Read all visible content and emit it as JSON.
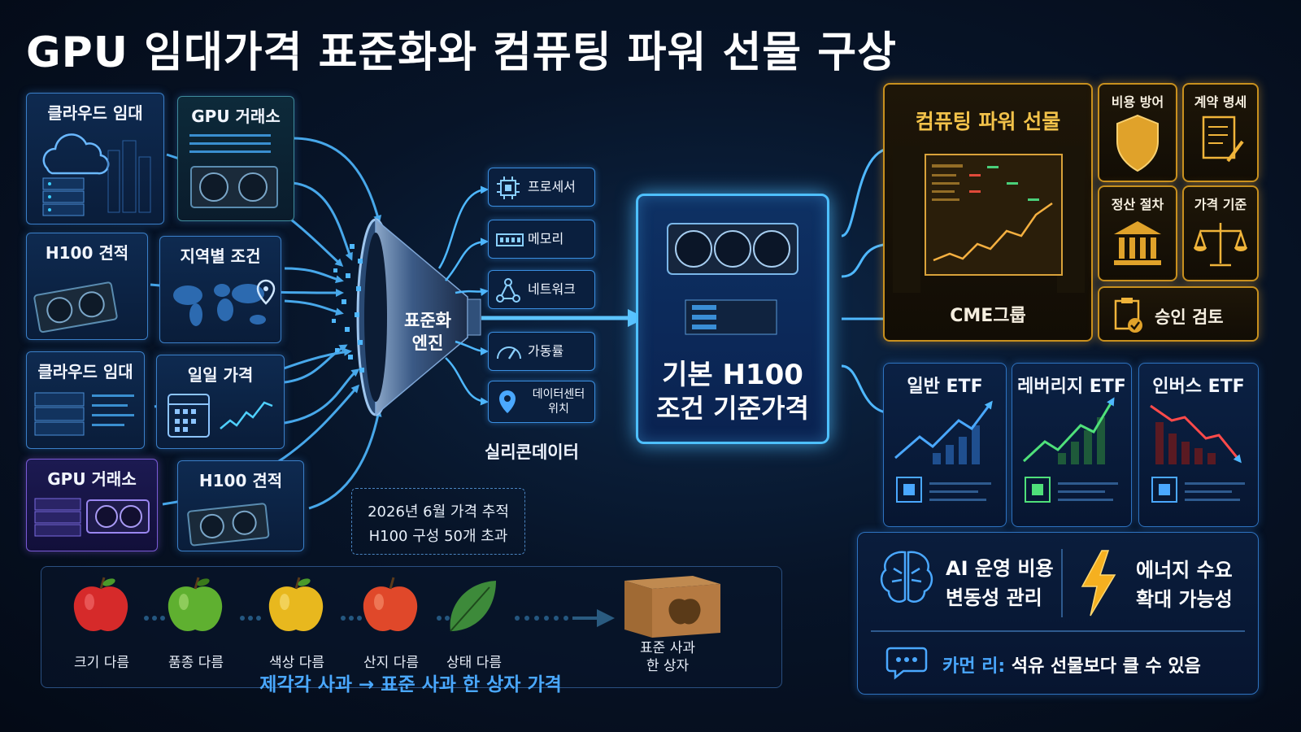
{
  "title": "GPU 임대가격 표준화와 컴퓨팅 파워 선물 구상",
  "sources": [
    {
      "label": "클라우드 임대"
    },
    {
      "label": "GPU 거래소"
    },
    {
      "label": "H100 견적"
    },
    {
      "label": "지역별 조건"
    },
    {
      "label": "클라우드 임대"
    },
    {
      "label": "일일 가격"
    },
    {
      "label": "GPU 거래소"
    },
    {
      "label": "H100 견적"
    }
  ],
  "engine": {
    "line1": "표준화",
    "line2": "엔진"
  },
  "factors": [
    {
      "label": "프로세서",
      "icon": "cpu-icon"
    },
    {
      "label": "메모리",
      "icon": "memory-icon"
    },
    {
      "label": "네트워크",
      "icon": "network-icon"
    },
    {
      "label": "가동률",
      "icon": "gauge-icon"
    },
    {
      "label": "데이터센터 위치",
      "icon": "location-pin-icon"
    }
  ],
  "factors_caption": "실리콘데이터",
  "note": {
    "line1": "2026년 6월 가격 추적",
    "line2": "H100 구성 50개 초과"
  },
  "benchmark": {
    "line1": "기본 H100",
    "line2": "조건 기준가격"
  },
  "futures": {
    "title": "컴퓨팅 파워 선물",
    "exchange": "CME그룹"
  },
  "features": [
    {
      "label": "비용 방어",
      "icon": "shield-icon"
    },
    {
      "label": "계약 명세",
      "icon": "contract-document-icon"
    },
    {
      "label": "정산 절차",
      "icon": "bank-building-icon"
    },
    {
      "label": "가격 기준",
      "icon": "scales-icon"
    }
  ],
  "approval": {
    "label": "승인 검토",
    "icon": "clipboard-check-icon"
  },
  "etfs": [
    {
      "label": "일반 ETF",
      "trend": "up",
      "color": "#4aa8ff"
    },
    {
      "label": "레버리지 ETF",
      "trend": "up",
      "color": "#4fe07a"
    },
    {
      "label": "인버스 ETF",
      "trend": "down",
      "color": "#ff4a4a"
    }
  ],
  "impacts": {
    "ai": {
      "line1": "AI 운영 비용",
      "line2": "변동성 관리",
      "icon": "brain-icon"
    },
    "energy": {
      "line1": "에너지 수요",
      "line2": "확대 가능성",
      "icon": "lightning-icon"
    },
    "quote": {
      "speaker": "카먼 리:",
      "text": " 석유 선물보다 클 수 있음",
      "icon": "chat-bubble-icon"
    }
  },
  "analogy": {
    "apples": [
      {
        "label": "크기 다름",
        "color": "#d62a2a"
      },
      {
        "label": "품종 다름",
        "color": "#5fb030"
      },
      {
        "label": "색상 다름",
        "color": "#e8b81e"
      },
      {
        "label": "산지 다름",
        "color": "#e0482a"
      },
      {
        "label": "상태 다름",
        "color": "#3d8a3a"
      }
    ],
    "box": {
      "line1": "표준 사과",
      "line2": "한 상자"
    },
    "caption": "제각각 사과 → 표준 사과 한 상자 가격"
  },
  "colors": {
    "accent": "#3ab0ff",
    "gold": "#e0a22a",
    "background": "#06101f"
  }
}
